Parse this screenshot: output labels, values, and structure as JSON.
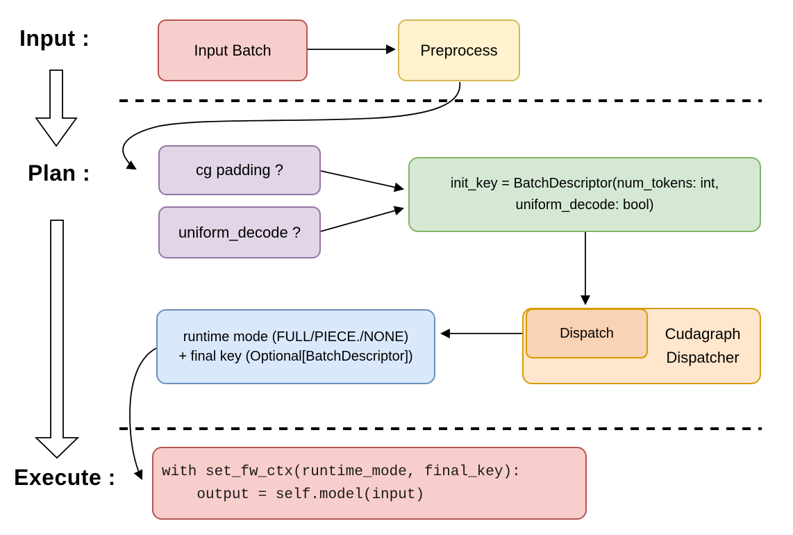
{
  "stage_labels": {
    "input": "Input :",
    "plan": "Plan :",
    "execute": "Execute :"
  },
  "nodes": {
    "input_batch": {
      "label": "Input Batch",
      "fill": "#f8cecc",
      "border": "#b85450"
    },
    "preprocess": {
      "label": "Preprocess",
      "fill": "#fff2cc",
      "border": "#d6b656"
    },
    "cg_padding": {
      "label": "cg padding ?",
      "fill": "#e1d5e7",
      "border": "#9673a6"
    },
    "uniform_decode": {
      "label": "uniform_decode ?",
      "fill": "#e1d5e7",
      "border": "#9673a6"
    },
    "init_key": {
      "line1": "init_key = BatchDescriptor(num_tokens: int,",
      "line2": "uniform_decode: bool)",
      "fill": "#d5e8d4",
      "border": "#82b366"
    },
    "dispatch": {
      "label": "Dispatch",
      "fill": "#fad2b4",
      "border": "#d79b00"
    },
    "cudagraph_dispatcher": {
      "line1": "Cudagraph",
      "line2": "Dispatcher",
      "fill": "#ffe6cc",
      "border": "#d79b00"
    },
    "runtime_mode": {
      "line1": "runtime mode (FULL/PIECE./NONE)",
      "line2": "+ final key (Optional[BatchDescriptor])",
      "fill": "#dae8fc",
      "border": "#6c8ebf"
    },
    "execute_code": {
      "line1": "with set_fw_ctx(runtime_mode, final_key):",
      "line2": "    output = self.model(input)",
      "fill": "#f8cecc",
      "border": "#b85450"
    }
  },
  "connectors": {
    "line_color": "#000000",
    "separator_style": "dashed"
  }
}
